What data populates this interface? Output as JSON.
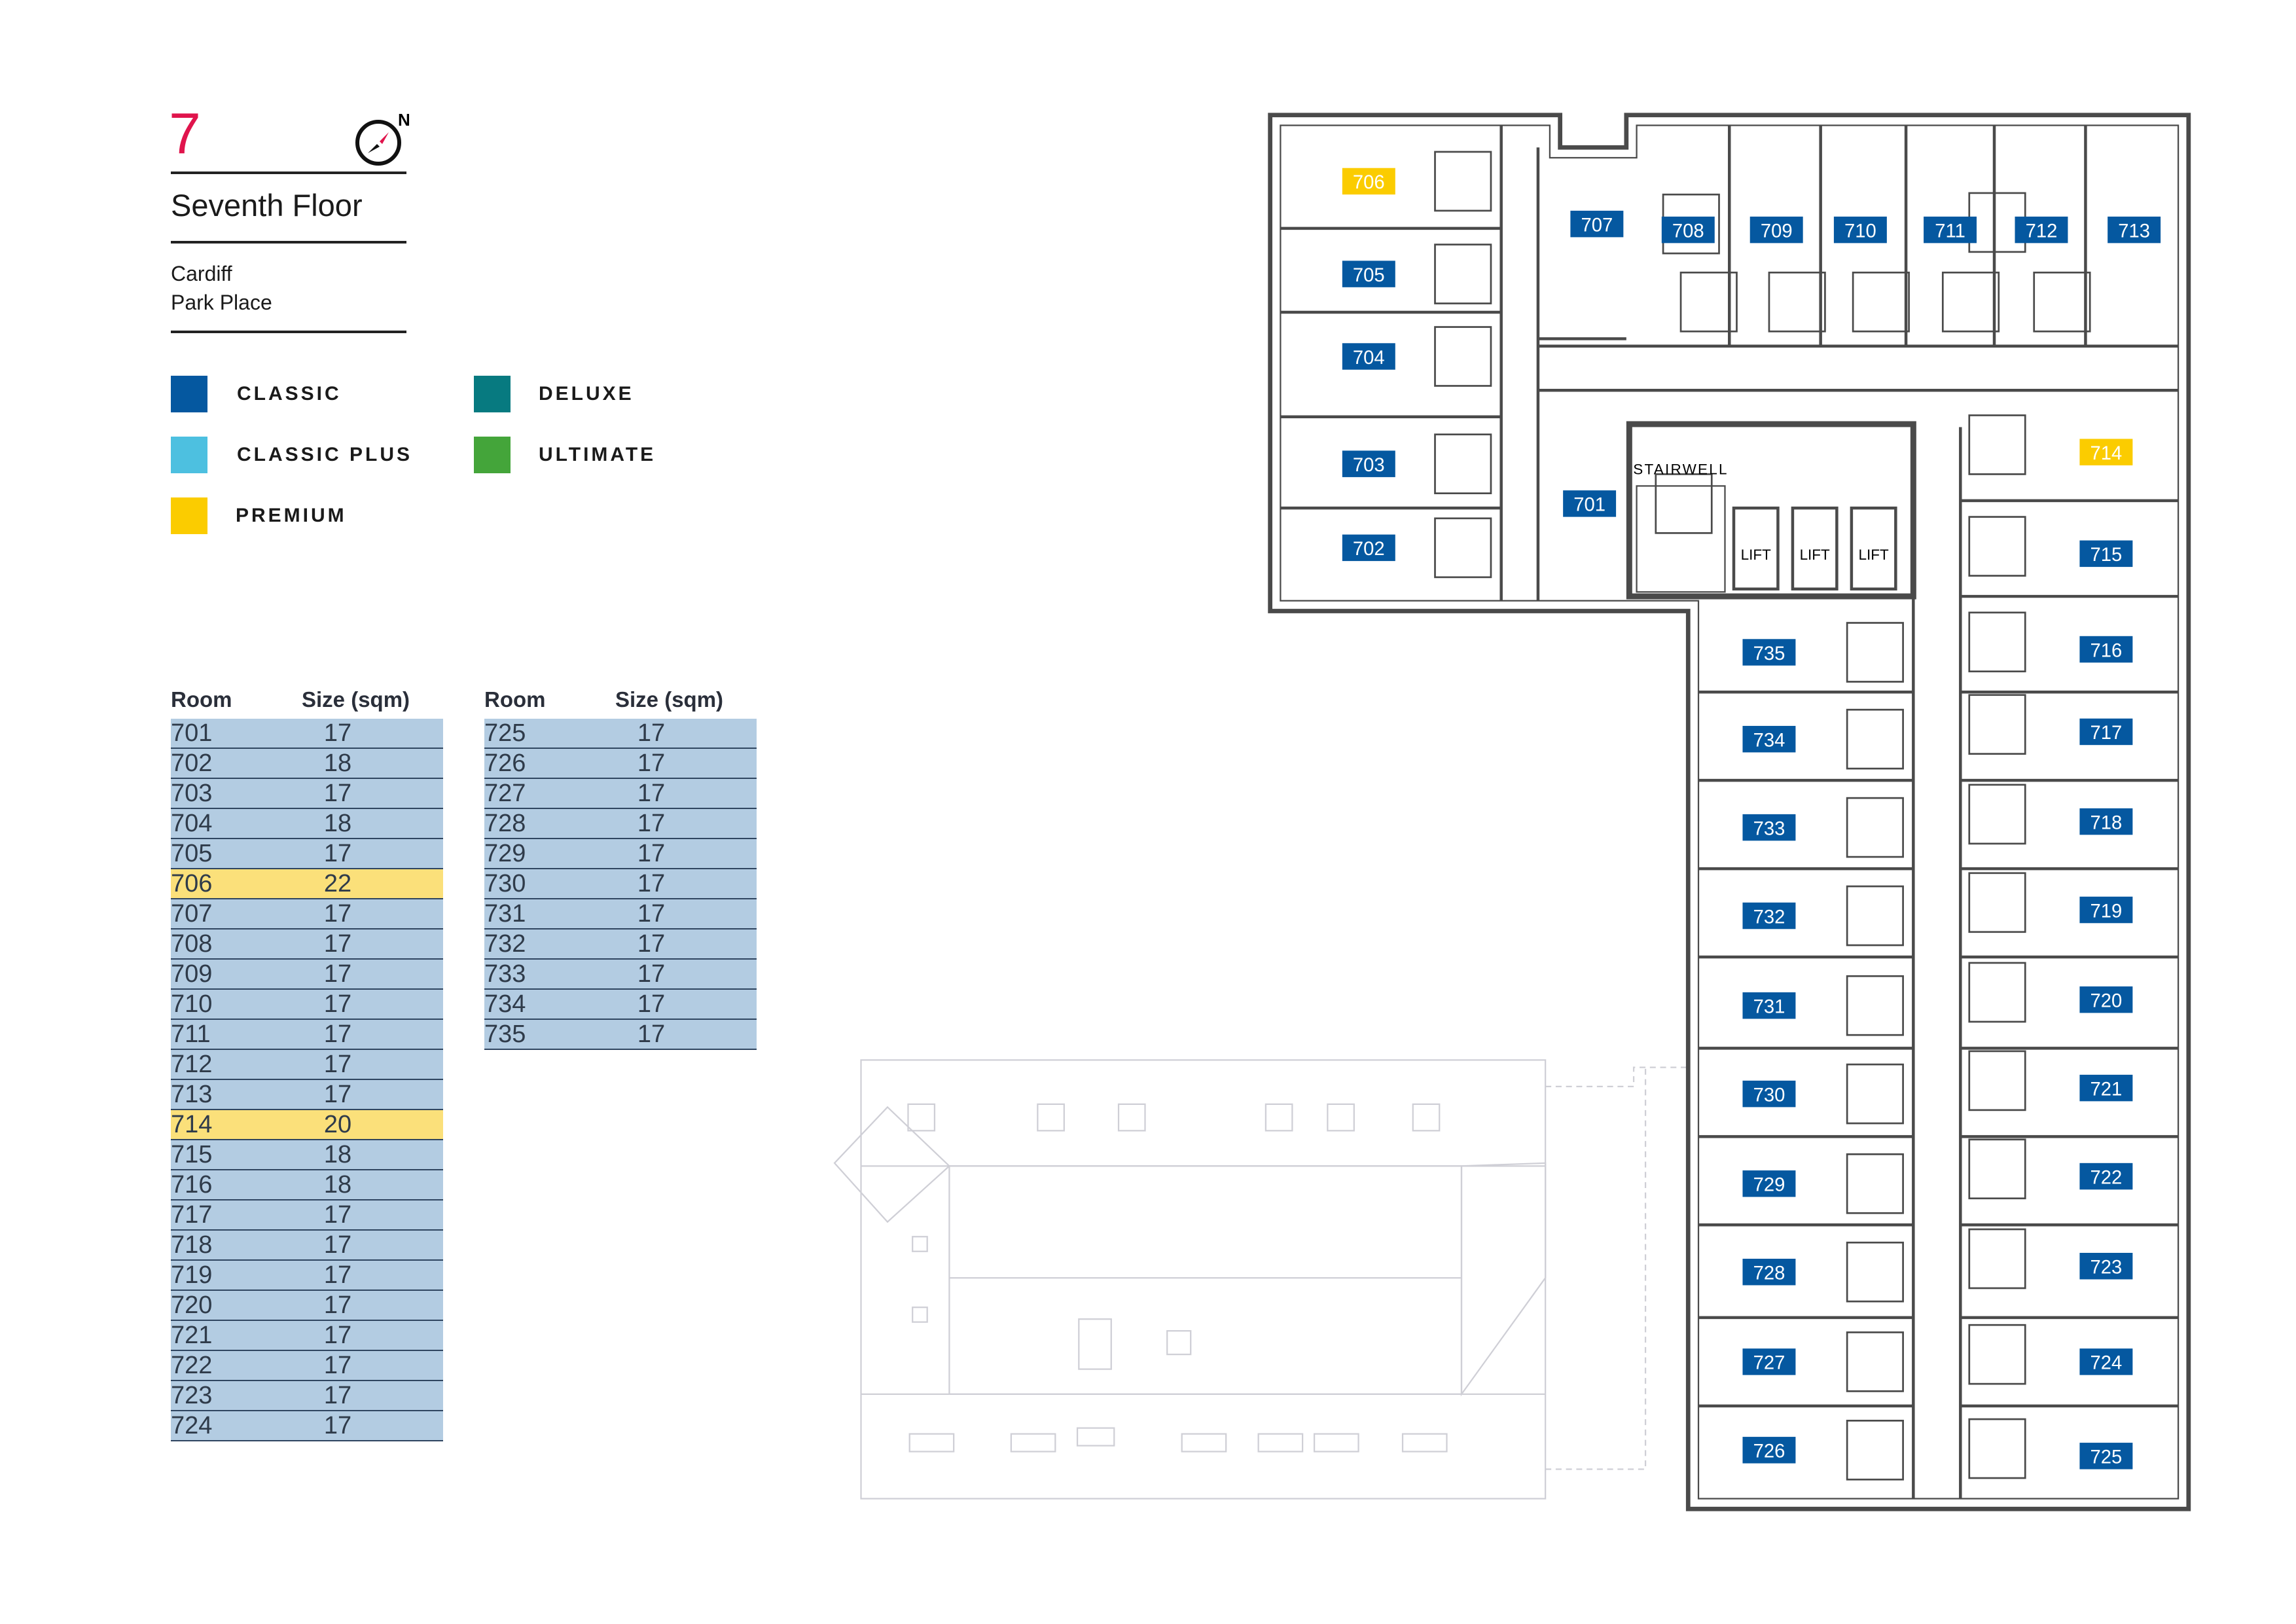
{
  "header": {
    "floor_number": "7",
    "floor_name": "Seventh Floor",
    "city": "Cardiff",
    "building": "Park Place",
    "compass_label": "N"
  },
  "legend": [
    {
      "label": "CLASSIC",
      "color": "#0558a0"
    },
    {
      "label": "CLASSIC PLUS",
      "color": "#4dc0e0"
    },
    {
      "label": "PREMIUM",
      "color": "#fbcc00"
    },
    {
      "label": "DELUXE",
      "color": "#077a80"
    },
    {
      "label": "ULTIMATE",
      "color": "#44a53a"
    }
  ],
  "tables": [
    {
      "headers": [
        "Room",
        "Size (sqm)"
      ],
      "rows": [
        {
          "room": "701",
          "size": "17"
        },
        {
          "room": "702",
          "size": "18"
        },
        {
          "room": "703",
          "size": "17"
        },
        {
          "room": "704",
          "size": "18"
        },
        {
          "room": "705",
          "size": "17"
        },
        {
          "room": "706",
          "size": "22",
          "premium": true
        },
        {
          "room": "707",
          "size": "17"
        },
        {
          "room": "708",
          "size": "17"
        },
        {
          "room": "709",
          "size": "17"
        },
        {
          "room": "710",
          "size": "17"
        },
        {
          "room": "711",
          "size": "17"
        },
        {
          "room": "712",
          "size": "17"
        },
        {
          "room": "713",
          "size": "17"
        },
        {
          "room": "714",
          "size": "20",
          "premium": true
        },
        {
          "room": "715",
          "size": "18"
        },
        {
          "room": "716",
          "size": "18"
        },
        {
          "room": "717",
          "size": "17"
        },
        {
          "room": "718",
          "size": "17"
        },
        {
          "room": "719",
          "size": "17"
        },
        {
          "room": "720",
          "size": "17"
        },
        {
          "room": "721",
          "size": "17"
        },
        {
          "room": "722",
          "size": "17"
        },
        {
          "room": "723",
          "size": "17"
        },
        {
          "room": "724",
          "size": "17"
        }
      ]
    },
    {
      "headers": [
        "Room",
        "Size (sqm)"
      ],
      "rows": [
        {
          "room": "725",
          "size": "17"
        },
        {
          "room": "726",
          "size": "17"
        },
        {
          "room": "727",
          "size": "17"
        },
        {
          "room": "728",
          "size": "17"
        },
        {
          "room": "729",
          "size": "17"
        },
        {
          "room": "730",
          "size": "17"
        },
        {
          "room": "731",
          "size": "17"
        },
        {
          "room": "732",
          "size": "17"
        },
        {
          "room": "733",
          "size": "17"
        },
        {
          "room": "734",
          "size": "17"
        },
        {
          "room": "735",
          "size": "17"
        }
      ]
    }
  ],
  "floor_plan": {
    "stairwell_label": "STAIRWELL",
    "lift_labels": [
      "LIFT",
      "LIFT",
      "LIFT"
    ],
    "rooms": [
      {
        "number": "701",
        "type": "classic"
      },
      {
        "number": "702",
        "type": "classic"
      },
      {
        "number": "703",
        "type": "classic"
      },
      {
        "number": "704",
        "type": "classic"
      },
      {
        "number": "705",
        "type": "classic"
      },
      {
        "number": "706",
        "type": "premium"
      },
      {
        "number": "707",
        "type": "classic"
      },
      {
        "number": "708",
        "type": "classic"
      },
      {
        "number": "709",
        "type": "classic"
      },
      {
        "number": "710",
        "type": "classic"
      },
      {
        "number": "711",
        "type": "classic"
      },
      {
        "number": "712",
        "type": "classic"
      },
      {
        "number": "713",
        "type": "classic"
      },
      {
        "number": "714",
        "type": "premium"
      },
      {
        "number": "715",
        "type": "classic"
      },
      {
        "number": "716",
        "type": "classic"
      },
      {
        "number": "717",
        "type": "classic"
      },
      {
        "number": "718",
        "type": "classic"
      },
      {
        "number": "719",
        "type": "classic"
      },
      {
        "number": "720",
        "type": "classic"
      },
      {
        "number": "721",
        "type": "classic"
      },
      {
        "number": "722",
        "type": "classic"
      },
      {
        "number": "723",
        "type": "classic"
      },
      {
        "number": "724",
        "type": "classic"
      },
      {
        "number": "725",
        "type": "classic"
      },
      {
        "number": "726",
        "type": "classic"
      },
      {
        "number": "727",
        "type": "classic"
      },
      {
        "number": "728",
        "type": "classic"
      },
      {
        "number": "729",
        "type": "classic"
      },
      {
        "number": "730",
        "type": "classic"
      },
      {
        "number": "731",
        "type": "classic"
      },
      {
        "number": "732",
        "type": "classic"
      },
      {
        "number": "733",
        "type": "classic"
      },
      {
        "number": "734",
        "type": "classic"
      },
      {
        "number": "735",
        "type": "classic"
      }
    ]
  }
}
